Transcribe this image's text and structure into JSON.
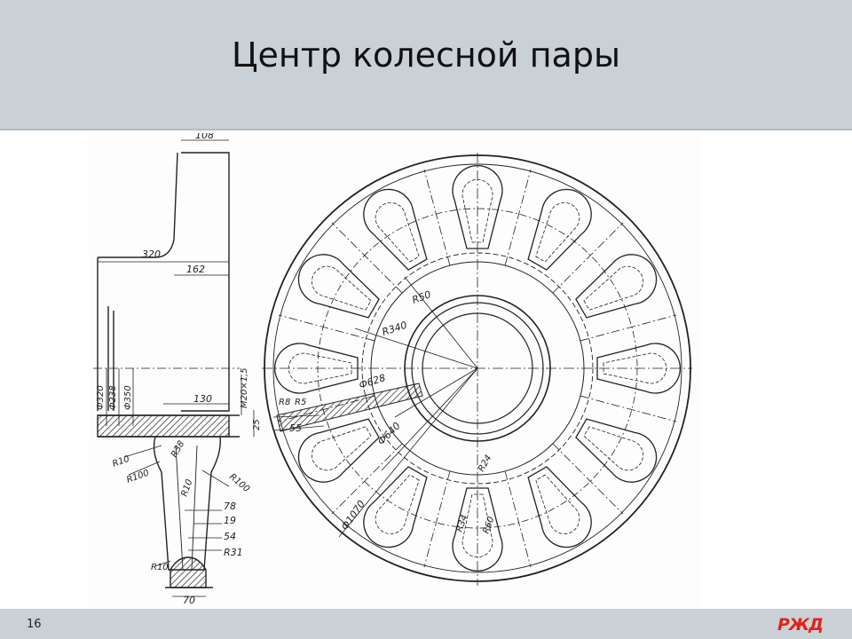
{
  "slide": {
    "title": "Центр колесной пары",
    "page_number": "16",
    "logo_text": "РЖД"
  },
  "drawing": {
    "side_view_dims": {
      "d108": "108",
      "d320": "320",
      "d162": "162",
      "d130": "130",
      "dM20": "M20×1,5",
      "d25": "25",
      "phi320": "Ф320",
      "phi238": "Ф238",
      "phi350": "Ф350",
      "r10a": "R10",
      "r100a": "R100",
      "r38": "R38",
      "r10b": "R10",
      "r100b": "R100",
      "d78": "78",
      "d19": "19",
      "d54": "54",
      "r31": "R31",
      "r10c": "R10",
      "d70": "70"
    },
    "front_view_dims": {
      "r50": "R50",
      "r340": "R340",
      "phi628": "Ф628",
      "r8": "R8",
      "r5": "R5",
      "d55": "55",
      "phi640": "Ф640",
      "r24": "R24",
      "r34": "R34",
      "r60": "R60",
      "phi1070": "Ф1070"
    },
    "colors": {
      "ink": "#222222",
      "paper": "#fdfdfd"
    }
  }
}
